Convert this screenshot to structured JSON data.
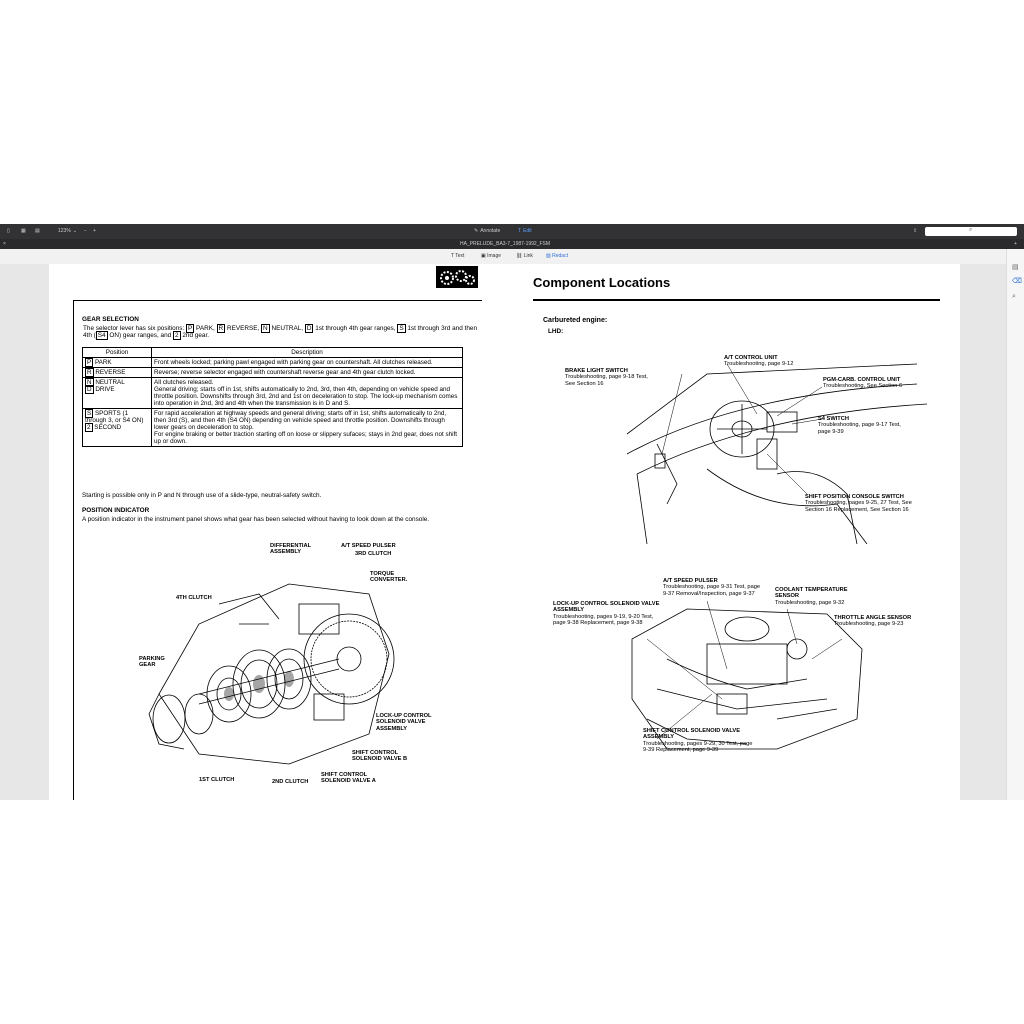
{
  "toolbar": {
    "zoom": "123%",
    "annotate": "Annotate",
    "edit": "Edit"
  },
  "tab": {
    "title": "HA_PRELUDE_BA3-7_1987-1992_FSM"
  },
  "subtoolbar": {
    "text": "Text",
    "image": "Image",
    "link": "Link",
    "redact": "Redact"
  },
  "left_page": {
    "gear_heading": "GEAR SELECTION",
    "gear_intro_1": "The selector lever has six positions:",
    "gear_intro_2": "1st through 4th gear ranges,",
    "gear_intro_3": "through 3rd and then 4th (",
    "gear_intro_4": "ON) gear ranges, and",
    "gear_intro_5": "2nd gear.",
    "table_headers": [
      "Position",
      "Description"
    ],
    "rows": [
      {
        "p1": "P",
        "p2": "PARK",
        "d": "Front wheels locked; parking pawl engaged with parking gear on countershaft. All clutches released."
      },
      {
        "p1": "R",
        "p2": "REVERSE",
        "d": "Reverse; reverse selector engaged with countershaft reverse gear and 4th gear clutch locked."
      },
      {
        "p1": "N",
        "p2": "NEUTRAL",
        "d": "All clutches released."
      },
      {
        "p1": "D",
        "p2": "DRIVE",
        "d": "General driving; starts off in 1st, shifts automatically to 2nd, 3rd, then 4th, depending on vehicle speed and throttle position. Downshifts through 3rd, 2nd and 1st on deceleration to stop. The lock-up mechanism comes into operation in 2nd, 3rd and 4th when the transmission is in D and S."
      },
      {
        "p1": "S",
        "p2": "SPORTS (1 through 3, or S4 ON)",
        "d": "For rapid acceleration at highway speeds and general driving; starts off in 1st, shifts automatically to 2nd, then 3rd (S), and then 4th (S4 ON) depending on vehicle speed and throttle position. Downshifts through lower gears on deceleration to stop."
      },
      {
        "p1": "2",
        "p2": "SECOND",
        "d": "For engine braking or better traction starting off on loose or slippery sufaces; stays in 2nd gear, does not shift up or down."
      }
    ],
    "starting_note": "Starting is possible only in P and N through use of a slide-type, neutral-safety switch.",
    "position_heading": "POSITION INDICATOR",
    "position_text": "A position indicator in the instrument panel shows what gear has been selected without having to look down at the console.",
    "labels": {
      "diff": "DIFFERENTIAL ASSEMBLY",
      "pulser": "A/T SPEED PULSER",
      "clutch3": "3RD CLUTCH",
      "torque": "TORQUE CONVERTER.",
      "clutch4": "4TH CLUTCH",
      "parking": "PARKING GEAR",
      "lockup": "LOCK-UP CONTROL SOLENOID VALVE ASSEMBLY",
      "shiftb": "SHIFT CONTROL SOLENOID VALVE B",
      "shifta": "SHIFT CONTROL SOLENOID VALVE A",
      "clutch1": "1ST CLUTCH",
      "clutch2": "2ND CLUTCH"
    }
  },
  "right_page": {
    "title": "Component Locations",
    "subtitle": "Carbureted engine:",
    "lhd": "LHD:",
    "callouts": [
      {
        "t": "A/T CONTROL UNIT",
        "d": "Troubleshooting, page 9-12"
      },
      {
        "t": "BRAKE LIGHT SWITCH",
        "d": "Troubleshooting, page 9-18 Test, See Section 16"
      },
      {
        "t": "PGM-CARB. CONTROL UNIT",
        "d": "Troubleshooting, See Section 6"
      },
      {
        "t": "S4 SWITCH",
        "d": "Troubleshooting, page 9-17 Test, page 9-39"
      },
      {
        "t": "SHIFT POSITION CONSOLE SWITCH",
        "d": "Troubleshooting, pages 9-25, 27 Test, See Section 16 Replacement, See Section 16"
      },
      {
        "t": "A/T SPEED PULSER",
        "d": "Troubleshooting, page 9-31 Test, page 9-37 Removal/Inspection, page 9-37"
      },
      {
        "t": "COOLANT TEMPERATURE SENSOR",
        "d": "Troubleshooting, page 9-32"
      },
      {
        "t": "LOCK-UP CONTROL SOLENOID VALVE ASSEMBLY",
        "d": "Troubleshooting, pages 9-19, 9-20 Test, page 9-38 Replacement, page 9-38"
      },
      {
        "t": "THROTTLE ANGLE SENSOR",
        "d": "Troubleshooting, page 9-23"
      },
      {
        "t": "SHIFT CONTROL SOLENOID VALVE ASSEMBLY",
        "d": "Troubleshooting, pages 9-29, 30 Test, page 9-39 Replacement, page 9-39"
      }
    ]
  }
}
